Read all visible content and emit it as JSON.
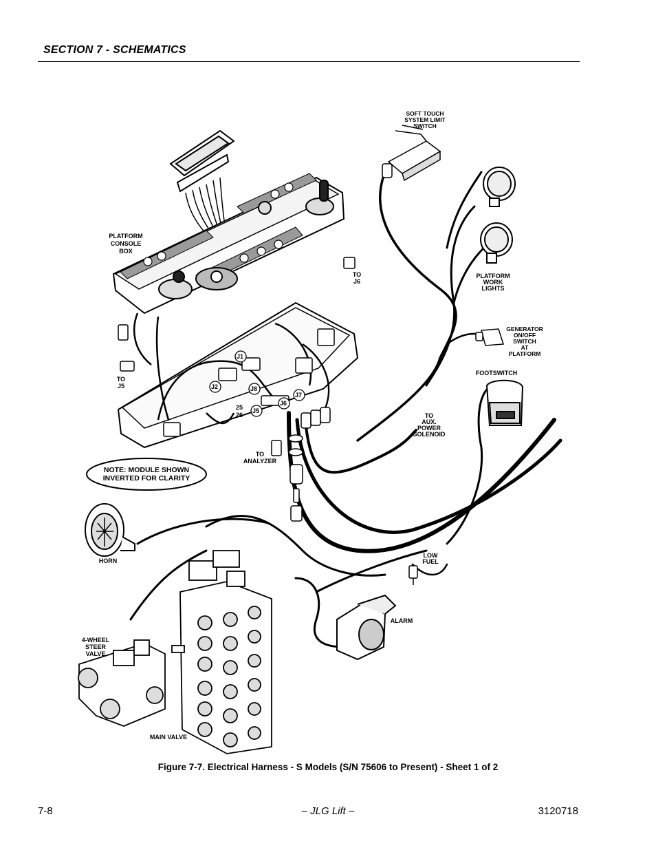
{
  "header": {
    "section": "SECTION 7 - SCHEMATICS"
  },
  "labels": {
    "soft_touch": [
      "SOFT TOUCH",
      "SYSTEM LIMIT",
      "SWITCH"
    ],
    "console": [
      "PLATFORM",
      "CONSOLE",
      "BOX"
    ],
    "to_j6": [
      "TO",
      "J6"
    ],
    "to_j5": [
      "TO",
      "J5"
    ],
    "work_lights": [
      "PLATFORM",
      "WORK",
      "LIGHTS"
    ],
    "generator": [
      "GENERATOR",
      "ON/OFF",
      "SWITCH",
      "AT",
      "PLATFORM"
    ],
    "footswitch": [
      "FOOTSWITCH"
    ],
    "aux_power": [
      "TO",
      "AUX.",
      "POWER",
      "SOLENOID"
    ],
    "to_analyzer": [
      "TO",
      "ANALYZER"
    ],
    "note": [
      "NOTE: MODULE SHOWN",
      "INVERTED FOR CLARITY"
    ],
    "horn": [
      "HORN"
    ],
    "low_fuel": [
      "LOW",
      "FUEL"
    ],
    "alarm": [
      "ALARM"
    ],
    "steer_valve": [
      "4-WHEEL",
      "STEER",
      "VALVE"
    ],
    "main_valve": [
      "MAIN VALVE"
    ],
    "pins": [
      "25",
      "26"
    ]
  },
  "connectors": [
    "J1",
    "J2",
    "J8",
    "J6",
    "J7",
    "J5"
  ],
  "caption": "Figure 7-7.  Electrical Harness - S Models (S/N 75606 to Present) - Sheet 1 of 2",
  "footer": {
    "page": "7-8",
    "center": "– JLG Lift –",
    "doc": "3120718"
  }
}
